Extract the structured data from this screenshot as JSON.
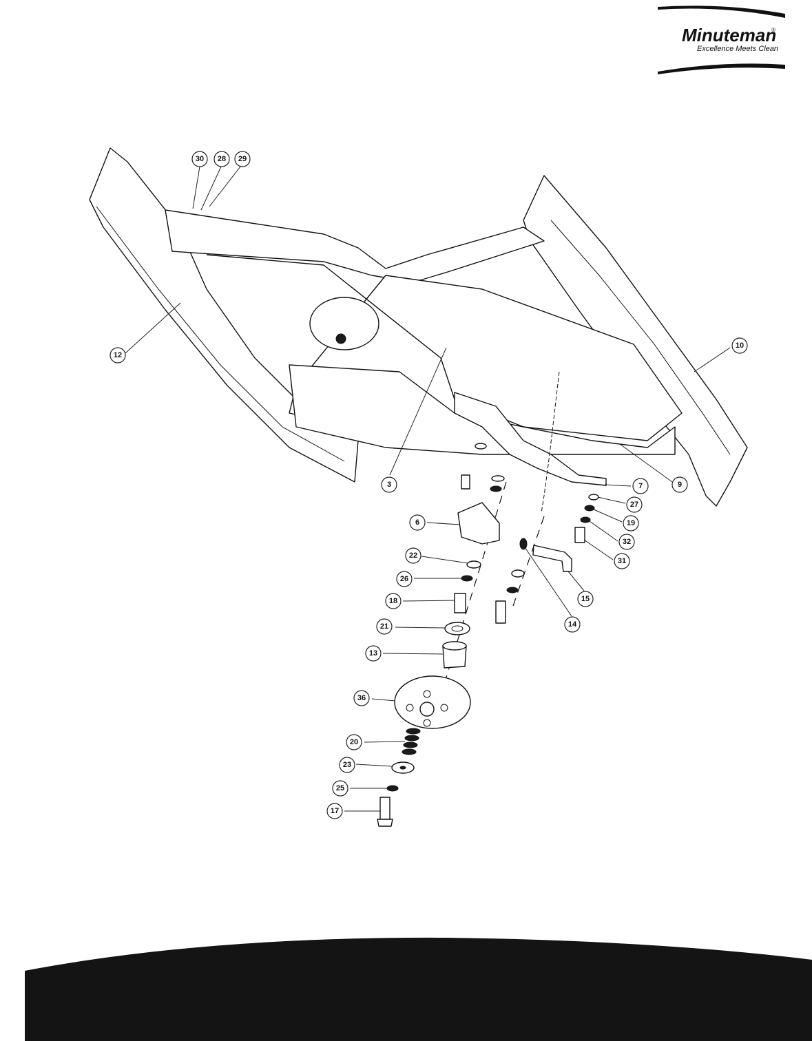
{
  "brand": {
    "name": "Minuteman",
    "registered_mark": "®",
    "tagline": "Excellence Meets Clean"
  },
  "callouts": [
    {
      "id": "30",
      "label": "30"
    },
    {
      "id": "28",
      "label": "28"
    },
    {
      "id": "29",
      "label": "29"
    },
    {
      "id": "12",
      "label": "12"
    },
    {
      "id": "10",
      "label": "10"
    },
    {
      "id": "3",
      "label": "3"
    },
    {
      "id": "7",
      "label": "7"
    },
    {
      "id": "9",
      "label": "9"
    },
    {
      "id": "27",
      "label": "27"
    },
    {
      "id": "6",
      "label": "6"
    },
    {
      "id": "19",
      "label": "19"
    },
    {
      "id": "32",
      "label": "32"
    },
    {
      "id": "31",
      "label": "31"
    },
    {
      "id": "22",
      "label": "22"
    },
    {
      "id": "26",
      "label": "26"
    },
    {
      "id": "15",
      "label": "15"
    },
    {
      "id": "18",
      "label": "18"
    },
    {
      "id": "14",
      "label": "14"
    },
    {
      "id": "21",
      "label": "21"
    },
    {
      "id": "13",
      "label": "13"
    },
    {
      "id": "36",
      "label": "36"
    },
    {
      "id": "20",
      "label": "20"
    },
    {
      "id": "23",
      "label": "23"
    },
    {
      "id": "25",
      "label": "25"
    },
    {
      "id": "17",
      "label": "17"
    }
  ],
  "colors": {
    "ink": "#111111",
    "paper": "#ffffff",
    "swoosh": "#141414"
  }
}
